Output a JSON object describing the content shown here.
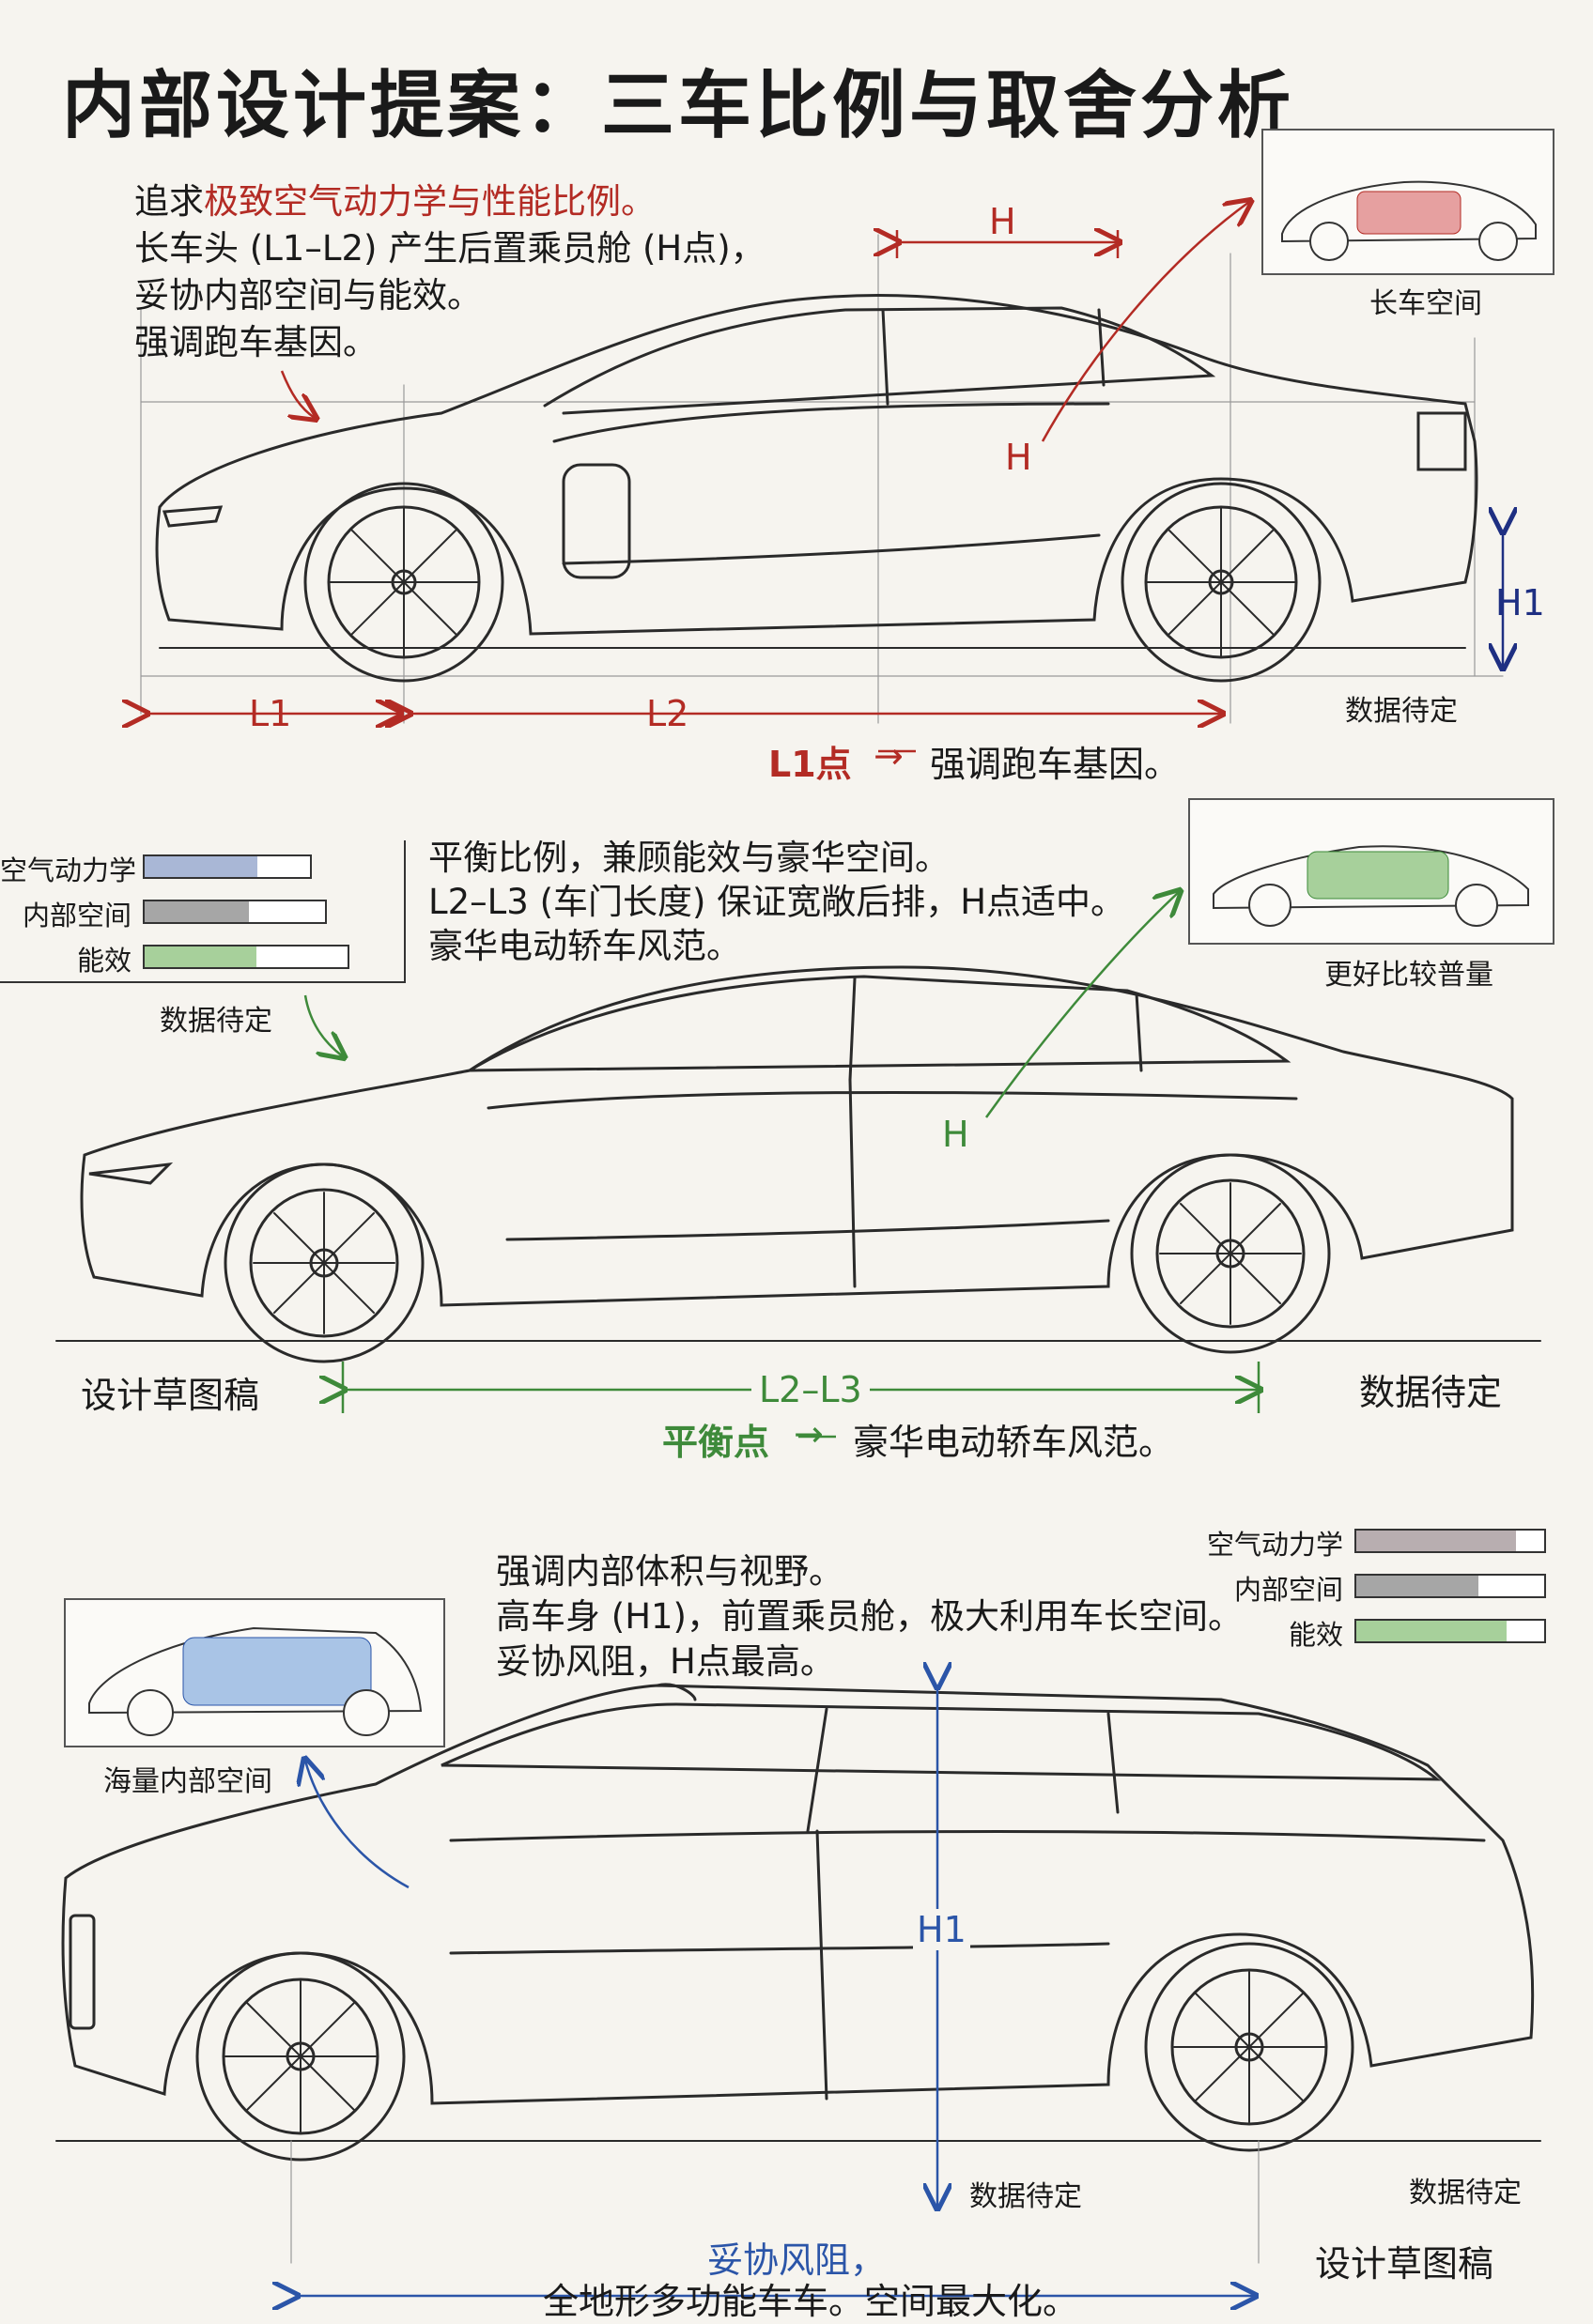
{
  "title": "内部设计提案：三车比例与取舍分析",
  "colors": {
    "red": "#b32b24",
    "green": "#3e8a3a",
    "blue": "#2b55a8",
    "navy": "#1e2f82",
    "bar_blue": "#a9b7d6",
    "bar_gray": "#a6a6a6",
    "bar_green": "#a7d09b",
    "bar_mauve": "#b8aeb0"
  },
  "car1": {
    "note_prefix": "追求",
    "note_highlight": "极致空气动力学与性能比例。",
    "note_lines": [
      "长车头 (L1–L2) 产生后置乘员舱 (H点)，",
      "妥协内部空间与能效。",
      "强调跑车基因。"
    ],
    "thumb_caption": "长车空间",
    "dim_h_top": "H",
    "dim_h_mid": "H",
    "dim_h1": "H1",
    "dim_l1": "L1",
    "dim_l2": "L2",
    "data_pending": "数据待定",
    "footer_key": "L1点",
    "footer_arrow": "→",
    "footer_text": "强调跑车基因。"
  },
  "car2": {
    "note_lines": [
      "平衡比例，兼顾能效与豪华空间。",
      "L2–L3 (车门长度) 保证宽敞后排，H点适中。",
      "豪华电动轿车风范。"
    ],
    "bars": [
      {
        "label": "空气动力学",
        "value": 0.68,
        "color": "#a9b7d6"
      },
      {
        "label": "内部空间",
        "value": 0.58,
        "color": "#a6a6a6"
      },
      {
        "label": "能效",
        "value": 0.55,
        "color": "#a7d09b"
      }
    ],
    "bars_caption": "数据待定",
    "thumb_caption": "更好比较普量",
    "dim_h": "H",
    "sketch_label": "设计草图稿",
    "data_pending": "数据待定",
    "dim_l2l3": "L2–L3",
    "footer_key": "平衡点",
    "footer_arrow": "→",
    "footer_text": "豪华电动轿车风范。"
  },
  "car3": {
    "note_lines": [
      "强调内部体积与视野。",
      "高车身 (H1)，前置乘员舱，极大利用车长空间。",
      "妥协风阻，H点最高。"
    ],
    "bars": [
      {
        "label": "空气动力学",
        "value": 0.85,
        "color": "#b8aeb0"
      },
      {
        "label": "内部空间",
        "value": 0.65,
        "color": "#a6a6a6"
      },
      {
        "label": "能效",
        "value": 0.8,
        "color": "#a7d09b"
      }
    ],
    "thumb_caption": "海量内部空间",
    "dim_h1": "H1",
    "data_pending_1": "数据待定",
    "data_pending_2": "数据待定",
    "footer_line1": "妥协风阻，",
    "footer_line2": "全地形多功能车车。空间最大化。",
    "sketch_label": "设计草图稿"
  }
}
